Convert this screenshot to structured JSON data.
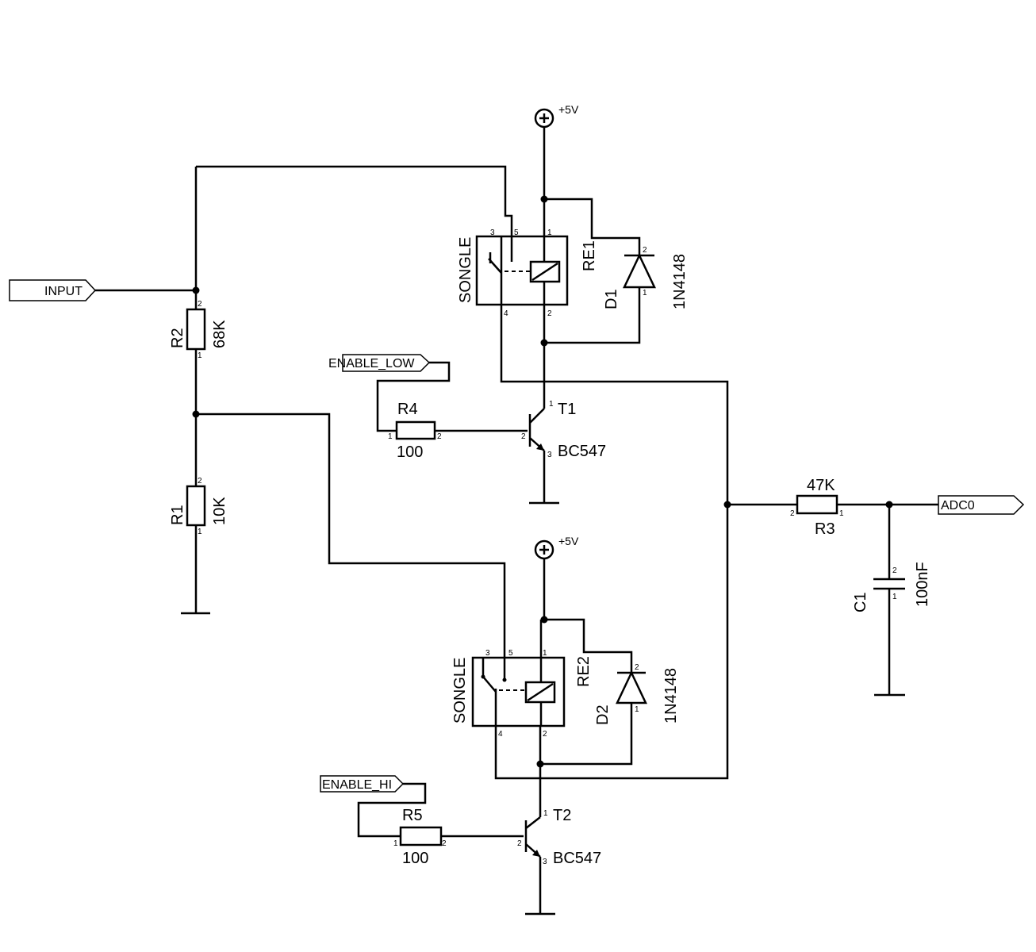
{
  "supplies": {
    "s1": "+5V",
    "s2": "+5V"
  },
  "ports": {
    "input": "INPUT",
    "enable_low": "ENABLE_LOW",
    "enable_hi": "ENABLE_HI",
    "adc0": "ADC0"
  },
  "components": {
    "r1": {
      "ref": "R1",
      "value": "10K"
    },
    "r2": {
      "ref": "R2",
      "value": "68K"
    },
    "r3": {
      "ref": "R3",
      "value": "47K"
    },
    "r4": {
      "ref": "R4",
      "value": "100"
    },
    "r5": {
      "ref": "R5",
      "value": "100"
    },
    "c1": {
      "ref": "C1",
      "value": "100nF"
    },
    "d1": {
      "ref": "D1",
      "value": "1N4148"
    },
    "d2": {
      "ref": "D2",
      "value": "1N4148"
    },
    "t1": {
      "ref": "T1",
      "value": "BC547"
    },
    "t2": {
      "ref": "T2",
      "value": "BC547"
    },
    "re1": {
      "ref": "RE1",
      "value": "SONGLE"
    },
    "re2": {
      "ref": "RE2",
      "value": "SONGLE"
    }
  },
  "pins": {
    "p1": "1",
    "p2": "2",
    "p3": "3",
    "p4": "4",
    "p5": "5"
  }
}
